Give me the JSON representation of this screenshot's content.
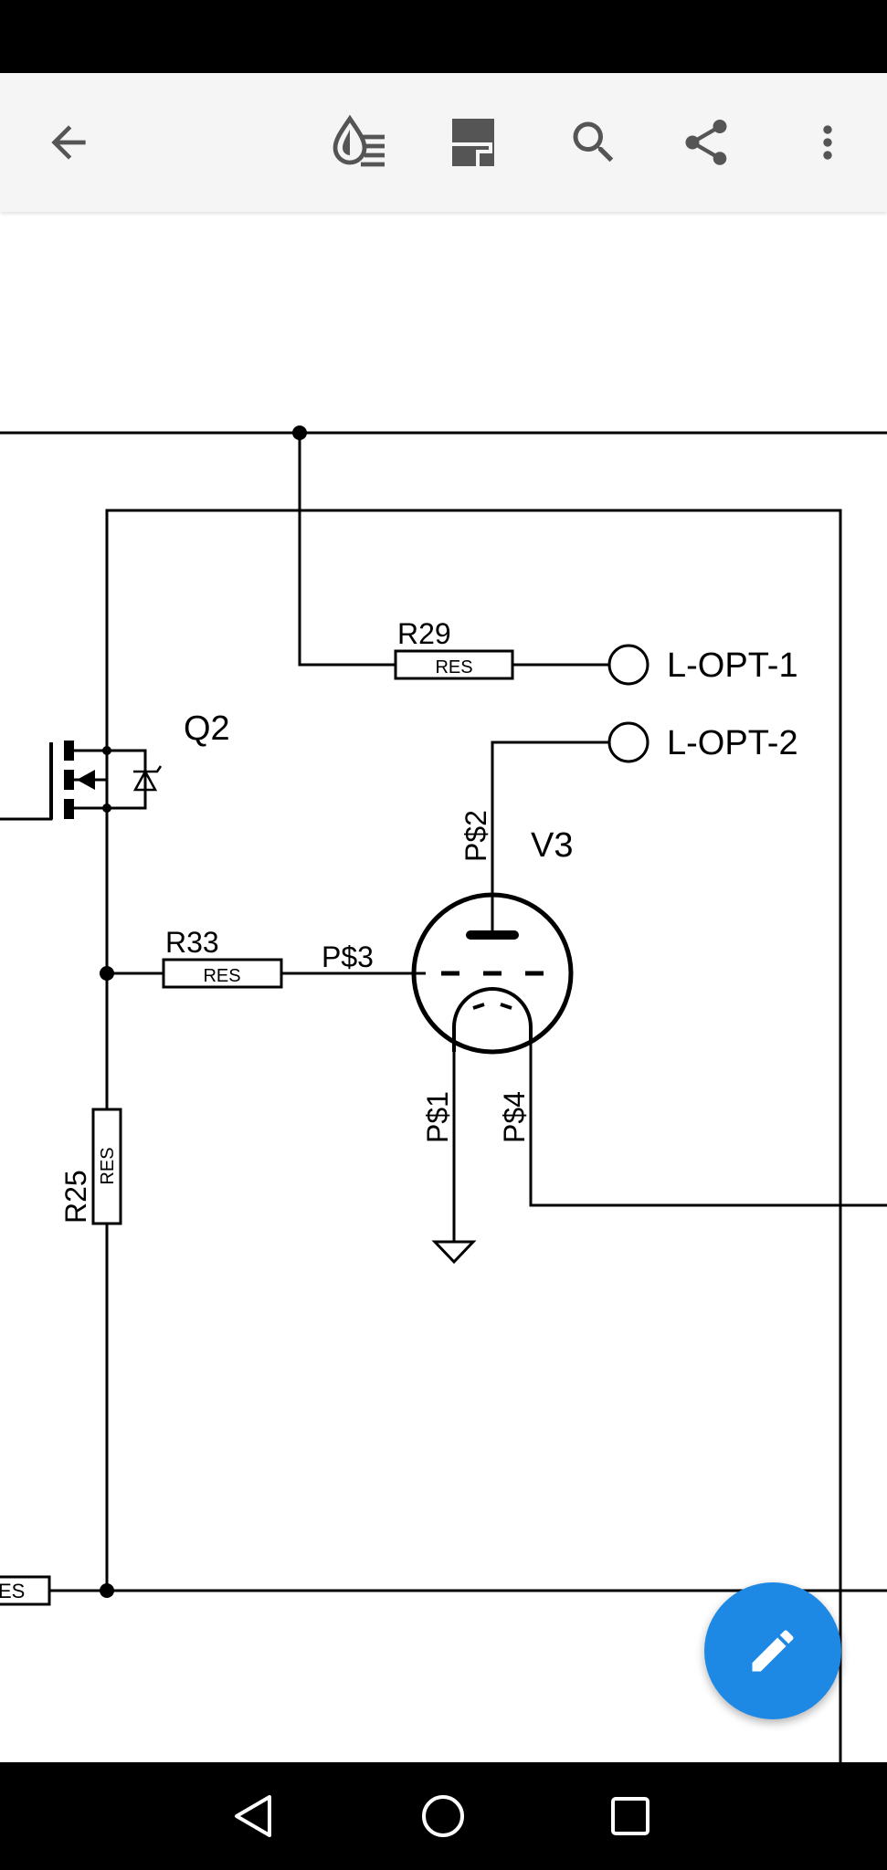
{
  "toolbar": {
    "icons": [
      "back-arrow-icon",
      "layers-drop-icon",
      "sheet-icon",
      "search-icon",
      "share-icon",
      "more-vert-icon"
    ]
  },
  "schematic": {
    "parts": {
      "r29": {
        "name": "R29",
        "value": "RES"
      },
      "r33": {
        "name": "R33",
        "value": "RES"
      },
      "r25": {
        "name": "R25",
        "value": "RES"
      },
      "r_bottom": {
        "value": "ES"
      },
      "q2": {
        "name": "Q2"
      },
      "v3": {
        "name": "V3"
      }
    },
    "pins": {
      "p2": "P$2",
      "p3": "P$3",
      "p1": "P$1",
      "p4": "P$4"
    },
    "connectors": {
      "l_opt_1": "L-OPT-1",
      "l_opt_2": "L-OPT-2"
    }
  },
  "fab": {
    "icon": "pencil-icon"
  },
  "navbar": {
    "icons": [
      "back-triangle-icon",
      "home-circle-icon",
      "recents-square-icon"
    ]
  },
  "colors": {
    "accent": "#1e88e5",
    "toolbar_bg": "#f5f5f5",
    "icon_gray": "#555555"
  }
}
